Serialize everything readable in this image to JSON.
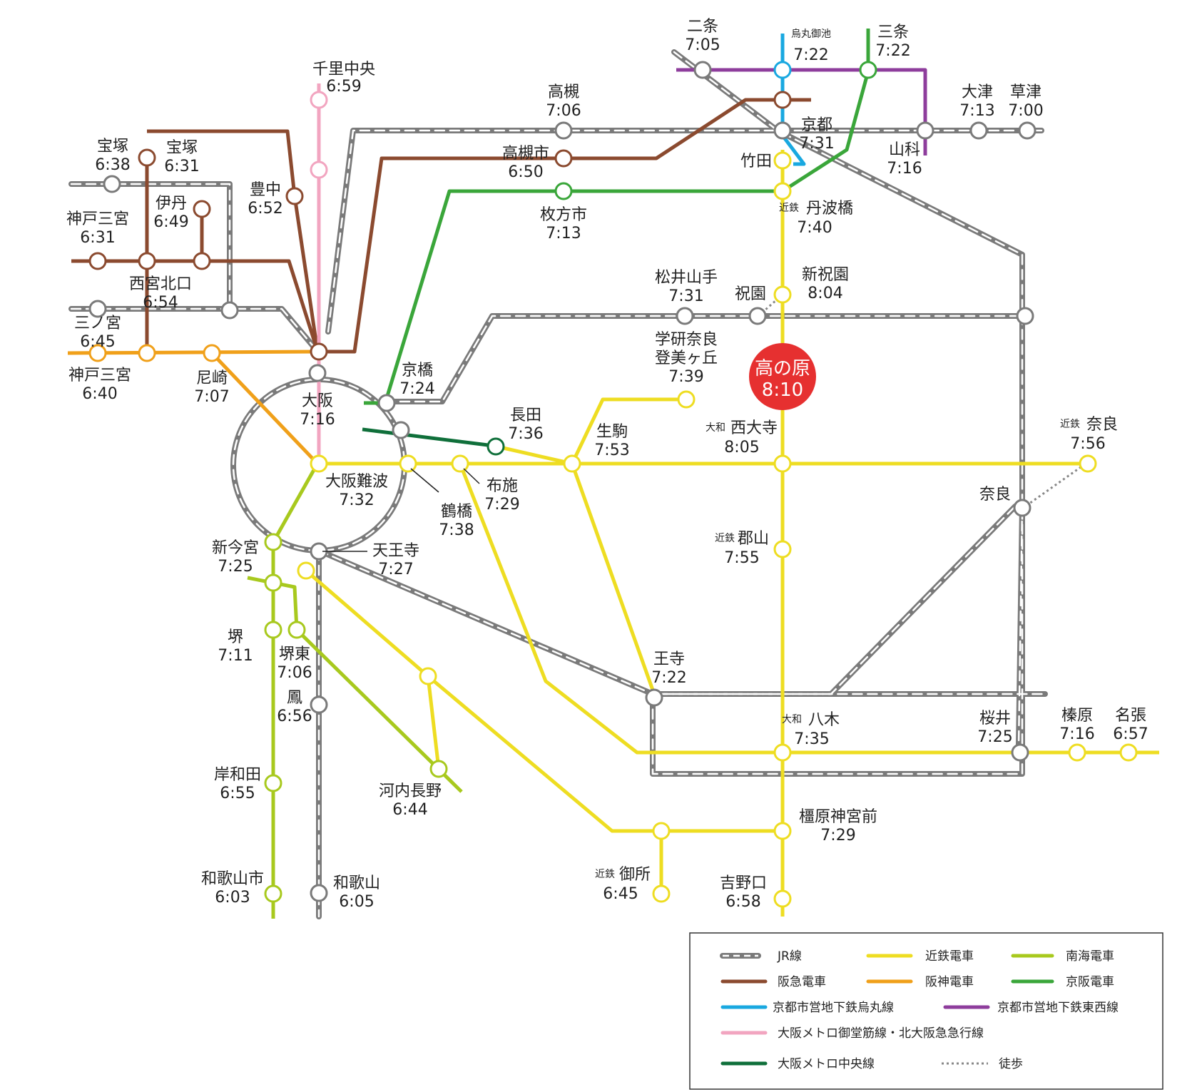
{
  "colors": {
    "jr": "#7a7a7a",
    "kintetsu": "#eedd22",
    "nankai": "#a8c91e",
    "hankyu": "#8b4a2f",
    "hanshin": "#f0a01a",
    "keihan": "#3aa63a",
    "karasuma": "#19a8e0",
    "tozai": "#8e3d9c",
    "midosuji": "#f2a5c0",
    "chuo": "#0f6f3a",
    "walk": "#888888",
    "hub": "#e63030"
  },
  "stations": {
    "senri_chuo": {
      "name": "千里中央",
      "time": "6:59"
    },
    "takarazuka_jr": {
      "name": "宝塚",
      "time": "6:38"
    },
    "takarazuka_hk": {
      "name": "宝塚",
      "time": "6:31"
    },
    "toyonaka": {
      "name": "豊中",
      "time": "6:52"
    },
    "itami": {
      "name": "伊丹",
      "time": "6:49"
    },
    "kobe_sannomiya_hk": {
      "name": "神戸三宮",
      "time": "6:31"
    },
    "nishinomiya_kitaguchi": {
      "name": "西宮北口",
      "time": "6:54"
    },
    "sannomiya": {
      "name": "三ノ宮",
      "time": "6:45"
    },
    "kobe_sannomiya_hs": {
      "name": "神戸三宮",
      "time": "6:40"
    },
    "amagasaki": {
      "name": "尼崎",
      "time": "7:07"
    },
    "osaka": {
      "name": "大阪",
      "time": "7:16"
    },
    "takatsuki": {
      "name": "高槻",
      "time": "7:06"
    },
    "takatsukishi": {
      "name": "高槻市",
      "time": "6:50"
    },
    "hirakatashi": {
      "name": "枚方市",
      "time": "7:13"
    },
    "nijo": {
      "name": "二条",
      "time": "7:05"
    },
    "karasuma_oike": {
      "name": "烏丸御池",
      "time": "7:22"
    },
    "sanjo": {
      "name": "三条",
      "time": "7:22"
    },
    "otsu": {
      "name": "大津",
      "time": "7:13"
    },
    "kusatsu": {
      "name": "草津",
      "time": "7:00"
    },
    "kyoto": {
      "name": "京都",
      "time": "7:31"
    },
    "yamashina": {
      "name": "山科",
      "time": "7:16"
    },
    "takeda": {
      "name": "竹田",
      "time": ""
    },
    "tambabashi": {
      "prefix": "近鉄",
      "name": "丹波橋",
      "time": "7:40"
    },
    "matsui_yamate": {
      "name": "松井山手",
      "time": "7:31"
    },
    "hosono": {
      "name": "祝園",
      "time": ""
    },
    "shin_hosono": {
      "name": "新祝園",
      "time": "8:04"
    },
    "gakken_nara_tomigaoka": {
      "name": "学研奈良",
      "name2": "登美ヶ丘",
      "time": "7:39"
    },
    "kyobashi": {
      "name": "京橋",
      "time": "7:24"
    },
    "nagata": {
      "name": "長田",
      "time": "7:36"
    },
    "ikoma": {
      "name": "生駒",
      "time": "7:53"
    },
    "yamato_saidaiji": {
      "prefix": "大和",
      "name": "西大寺",
      "time": "8:05"
    },
    "kintetsu_nara": {
      "prefix": "近鉄",
      "name": "奈良",
      "time": "7:56"
    },
    "osaka_namba": {
      "name": "大阪難波",
      "time": "7:32"
    },
    "fuse": {
      "name": "布施",
      "time": "7:29"
    },
    "tsuruhashi": {
      "name": "鶴橋",
      "time": "7:38"
    },
    "nara": {
      "name": "奈良",
      "time": ""
    },
    "koriyama": {
      "prefix": "近鉄",
      "name": "郡山",
      "time": "7:55"
    },
    "shin_imamiya": {
      "name": "新今宮",
      "time": "7:25"
    },
    "tennoji": {
      "name": "天王寺",
      "time": "7:27"
    },
    "sakai": {
      "name": "堺",
      "time": "7:11"
    },
    "sakaihigashi": {
      "name": "堺東",
      "time": "7:06"
    },
    "otori": {
      "name": "鳳",
      "time": "6:56"
    },
    "oji": {
      "name": "王寺",
      "time": "7:22"
    },
    "yamato_yagi": {
      "prefix": "大和",
      "name": "八木",
      "time": "7:35"
    },
    "sakurai": {
      "name": "桜井",
      "time": "7:25"
    },
    "haibara": {
      "name": "榛原",
      "time": "7:16"
    },
    "nabari": {
      "name": "名張",
      "time": "6:57"
    },
    "kishiwada": {
      "name": "岸和田",
      "time": "6:55"
    },
    "kawachinagano": {
      "name": "河内長野",
      "time": "6:44"
    },
    "kashiharajingumae": {
      "name": "橿原神宮前",
      "time": "7:29"
    },
    "wakayamashi": {
      "name": "和歌山市",
      "time": "6:03"
    },
    "wakayama": {
      "name": "和歌山",
      "time": "6:05"
    },
    "kintetsu_gose": {
      "prefix": "近鉄",
      "name": "御所",
      "time": "6:45"
    },
    "yoshinoguchi": {
      "name": "吉野口",
      "time": "6:58"
    }
  },
  "hub": {
    "name": "高の原",
    "time": "8:10"
  },
  "legend": {
    "jr": "JR線",
    "kintetsu": "近鉄電車",
    "nankai": "南海電車",
    "hankyu": "阪急電車",
    "hanshin": "阪神電車",
    "keihan": "京阪電車",
    "karasuma": "京都市営地下鉄烏丸線",
    "tozai": "京都市営地下鉄東西線",
    "midosuji": "大阪メトロ御堂筋線・北大阪急急行線",
    "chuo": "大阪メトロ中央線",
    "walk": "徒歩"
  }
}
